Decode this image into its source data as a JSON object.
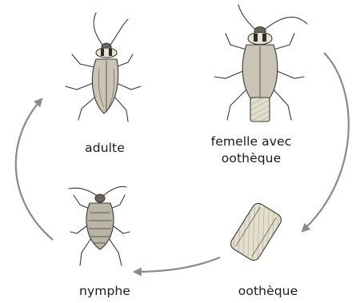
{
  "diagram": {
    "stages": {
      "adulte": {
        "label": "adulte",
        "icon": "cockroach-adult-icon"
      },
      "femelle": {
        "label_line1": "femelle avec",
        "label_line2": "oothèque",
        "icon": "cockroach-female-with-ootheca-icon"
      },
      "nymphe": {
        "label": "nymphe",
        "icon": "cockroach-nymph-icon"
      },
      "ootheque": {
        "label": "oothèque",
        "icon": "ootheca-egg-case-icon"
      }
    },
    "colors": {
      "arrow": "#8a8a8a",
      "outline": "#3a3a3a",
      "body_fill": "#c9c4b4",
      "wing_fill": "#b9b4a3",
      "pronotum_dark": "#2e2b26",
      "ootheca_fill": "#e4dfcd"
    }
  }
}
